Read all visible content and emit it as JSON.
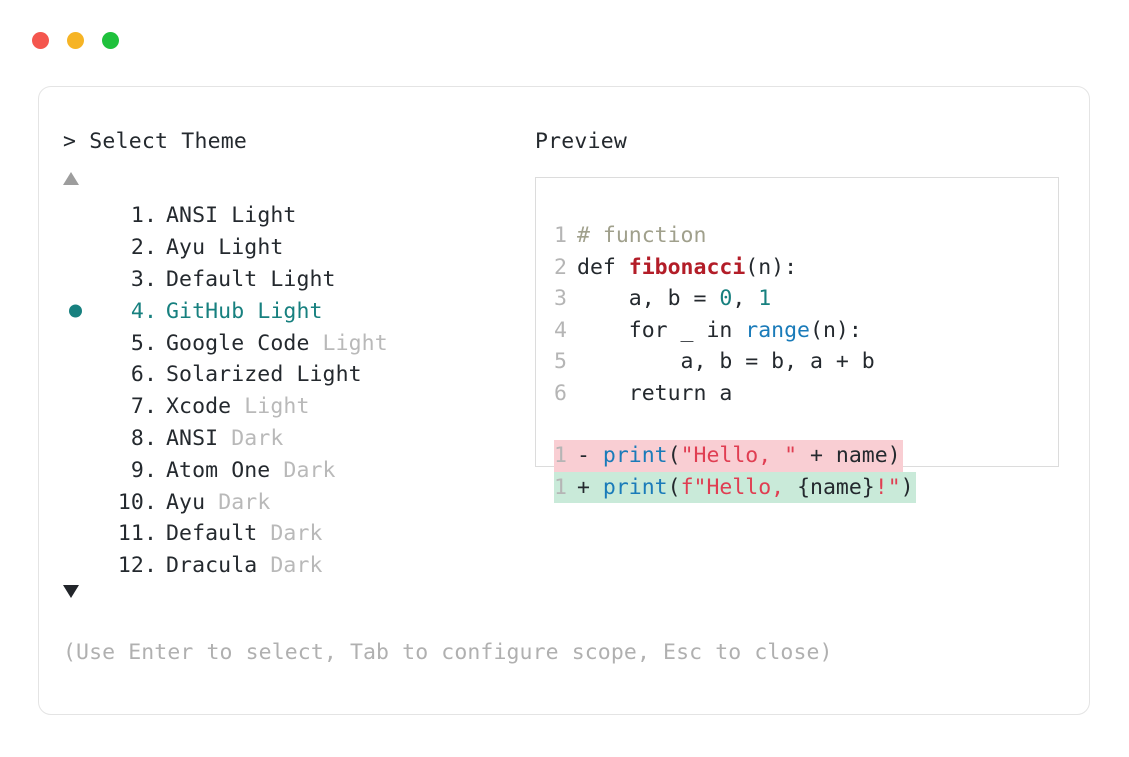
{
  "window": {
    "traffic_lights": [
      {
        "name": "close",
        "color": "#f4564e"
      },
      {
        "name": "minimize",
        "color": "#f6b425"
      },
      {
        "name": "maximize",
        "color": "#1fc13c"
      }
    ]
  },
  "left": {
    "heading": "> Select Theme",
    "scroll_up_icon": "triangle-up-icon",
    "scroll_down_icon": "triangle-down-icon",
    "selected_index": 4,
    "selected_color": "#17807f",
    "items": [
      {
        "index": " 1.",
        "name": "ANSI",
        "variant": "Light",
        "dim": false,
        "selected": false
      },
      {
        "index": " 2.",
        "name": "Ayu",
        "variant": "Light",
        "dim": false,
        "selected": false
      },
      {
        "index": " 3.",
        "name": "Default",
        "variant": "Light",
        "dim": false,
        "selected": false
      },
      {
        "index": " 4.",
        "name": "GitHub",
        "variant": "Light",
        "dim": false,
        "selected": true
      },
      {
        "index": " 5.",
        "name": "Google Code",
        "variant": "Light",
        "dim": true,
        "selected": false
      },
      {
        "index": " 6.",
        "name": "Solarized",
        "variant": "Light",
        "dim": false,
        "selected": false
      },
      {
        "index": " 7.",
        "name": "Xcode",
        "variant": "Light",
        "dim": true,
        "selected": false
      },
      {
        "index": " 8.",
        "name": "ANSI",
        "variant": "Dark",
        "dim": true,
        "selected": false
      },
      {
        "index": " 9.",
        "name": "Atom One",
        "variant": "Dark",
        "dim": true,
        "selected": false
      },
      {
        "index": "10.",
        "name": "Ayu",
        "variant": "Dark",
        "dim": true,
        "selected": false
      },
      {
        "index": "11.",
        "name": "Default",
        "variant": "Dark",
        "dim": true,
        "selected": false
      },
      {
        "index": "12.",
        "name": "Dracula",
        "variant": "Dark",
        "dim": true,
        "selected": false
      }
    ],
    "hint": "(Use Enter to select, Tab to configure scope, Esc to close)"
  },
  "right": {
    "heading": "Preview",
    "code_lines": [
      {
        "ln": "1",
        "tokens": [
          {
            "t": "# function",
            "c": "comment"
          }
        ]
      },
      {
        "ln": "2",
        "tokens": [
          {
            "t": "def ",
            "c": "kw"
          },
          {
            "t": "fibonacci",
            "c": "fn"
          },
          {
            "t": "(n):",
            "c": "plain"
          }
        ]
      },
      {
        "ln": "3",
        "tokens": [
          {
            "t": "    a, b = ",
            "c": "plain"
          },
          {
            "t": "0",
            "c": "num"
          },
          {
            "t": ", ",
            "c": "plain"
          },
          {
            "t": "1",
            "c": "num"
          }
        ]
      },
      {
        "ln": "4",
        "tokens": [
          {
            "t": "    for _ in ",
            "c": "plain"
          },
          {
            "t": "range",
            "c": "builtin"
          },
          {
            "t": "(n):",
            "c": "plain"
          }
        ]
      },
      {
        "ln": "5",
        "tokens": [
          {
            "t": "        a, b = b, a + b",
            "c": "plain"
          }
        ]
      },
      {
        "ln": "6",
        "tokens": [
          {
            "t": "    return a",
            "c": "plain"
          }
        ]
      }
    ],
    "diff_lines": [
      {
        "ln": "1",
        "sign": "-",
        "kind": "removed",
        "bg": "#f9ced3",
        "tokens": [
          {
            "t": "print",
            "c": "builtin"
          },
          {
            "t": "(",
            "c": "plain"
          },
          {
            "t": "\"Hello, \"",
            "c": "str"
          },
          {
            "t": " + name)",
            "c": "plain"
          }
        ]
      },
      {
        "ln": "1",
        "sign": "+",
        "kind": "added",
        "bg": "#c9ead9",
        "tokens": [
          {
            "t": "print",
            "c": "builtin"
          },
          {
            "t": "(",
            "c": "plain"
          },
          {
            "t": "f\"Hello, ",
            "c": "str"
          },
          {
            "t": "{name}",
            "c": "plain"
          },
          {
            "t": "!\"",
            "c": "str"
          },
          {
            "t": ")",
            "c": "plain"
          }
        ]
      }
    ]
  }
}
